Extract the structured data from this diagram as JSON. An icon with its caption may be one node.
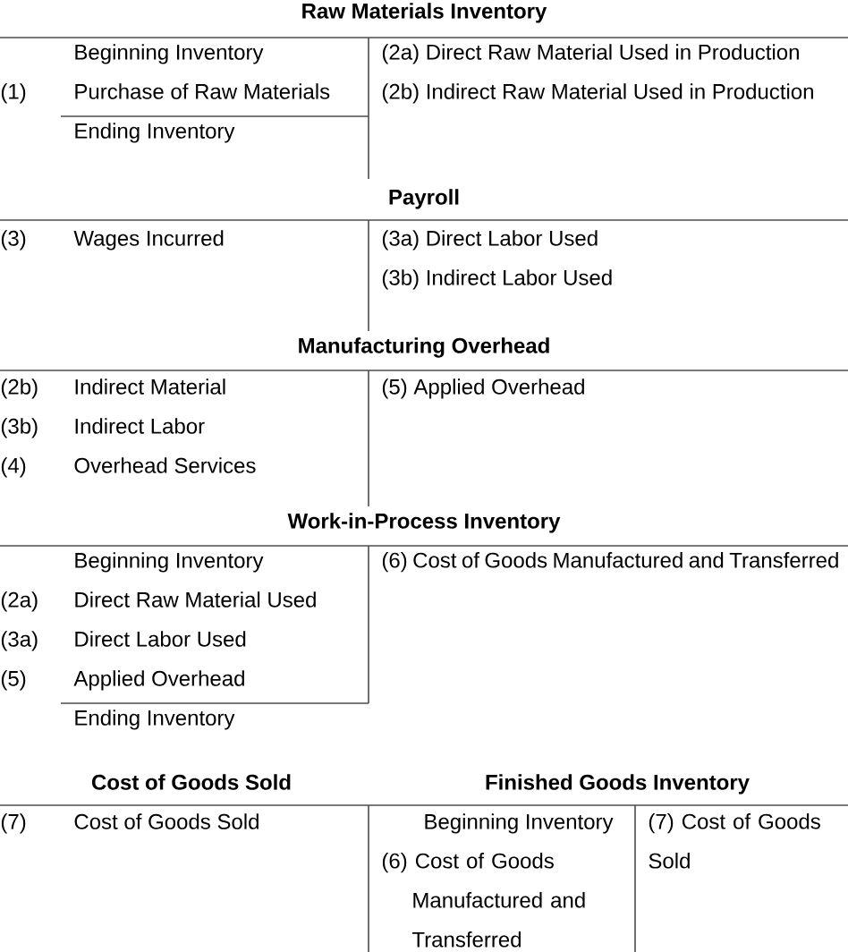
{
  "diagram": {
    "labels": [
      "Raw Materials Inventory",
      "Beginning Inventory",
      "(2a) Direct Raw Material Used in Production",
      "(1)",
      "Purchase of Raw Materials",
      "(2b) Indirect Raw Material Used in Production",
      "Ending Inventory",
      "Payroll",
      "(3)",
      "Wages Incurred",
      "(3a) Direct Labor Used",
      "(3b) Indirect Labor Used",
      "Manufacturing Overhead",
      "(2b)",
      "Indirect Material",
      "(5) Applied Overhead",
      "(3b)",
      "Indirect Labor",
      "(4)",
      "Overhead Services",
      "Work-in-Process Inventory",
      "Beginning Inventory",
      "(6) Cost of Goods Manufactured and Transferred",
      "(2a)",
      "Direct Raw Material Used",
      "(3a)",
      "Direct Labor Used",
      "(5)",
      "Applied Overhead",
      "Ending Inventory",
      "Cost of Goods Sold",
      "Finished Goods Inventory",
      "(7)",
      "Cost of Goods Sold",
      "Beginning Inventory",
      "(7) Cost of Goods Sold",
      "(6) Cost of Goods Manufactured and Transferred"
    ]
  }
}
